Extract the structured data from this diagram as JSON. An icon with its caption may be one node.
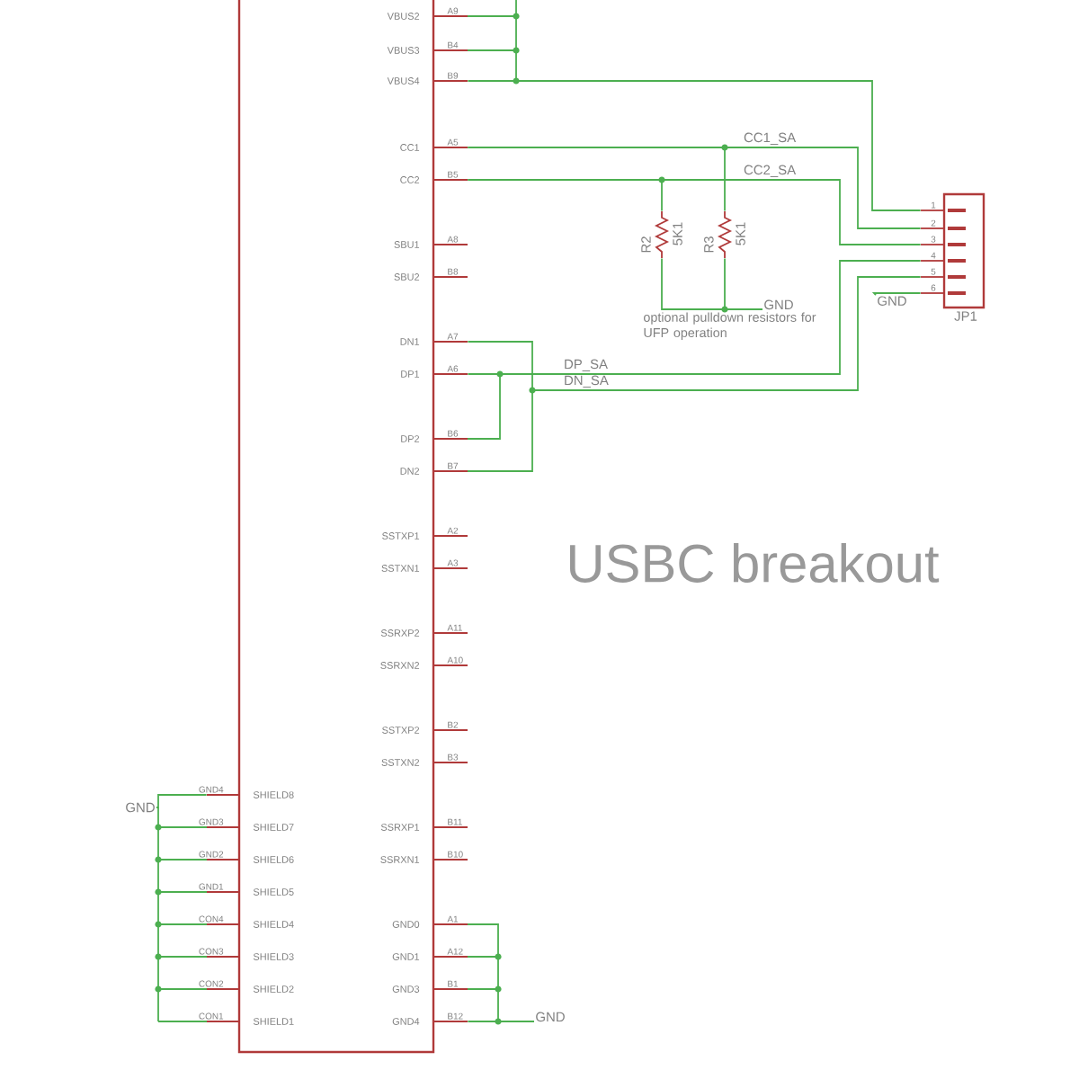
{
  "diagram": {
    "title": "USBC breakout",
    "nodes": [
      {
        "text": [],
        "shape": "box"
      },
      {
        "text": [
          "JP1"
        ]
      },
      {
        "text": [
          "R2",
          "5K1"
        ]
      },
      {
        "text": [
          "R3",
          "5K1"
        ]
      },
      {
        "text": [
          "GND"
        ]
      },
      {
        "text": [
          "GND"
        ]
      },
      {
        "text": [
          "GND"
        ]
      },
      {
        "text": [
          "GND"
        ]
      }
    ],
    "edges": [
      {
        "from": 0,
        "to": 1,
        "arrow": "none"
      },
      {
        "from": 0,
        "to": 1,
        "arrow": "none",
        "label": "CC1_SA"
      },
      {
        "from": 0,
        "to": 1,
        "arrow": "none",
        "label": "CC2_SA"
      },
      {
        "from": 0,
        "to": 2,
        "arrow": "none"
      },
      {
        "from": 0,
        "to": 3,
        "arrow": "none"
      },
      {
        "from": 2,
        "to": 4,
        "arrow": "none"
      },
      {
        "from": 3,
        "to": 4,
        "arrow": "none"
      },
      {
        "from": 0,
        "to": 1,
        "arrow": "none",
        "label": "DP_SA"
      },
      {
        "from": 0,
        "to": 1,
        "arrow": "none",
        "label": "DN_SA"
      },
      {
        "from": 1,
        "to": 5,
        "arrow": "none"
      },
      {
        "from": 0,
        "to": 6,
        "arrow": "none"
      },
      {
        "from": 0,
        "to": 7,
        "arrow": "none"
      }
    ],
    "labels": [
      "VBUS2",
      "A9",
      "VBUS3",
      "B4",
      "VBUS4",
      "B9",
      "CC1",
      "A5",
      "CC2",
      "B5",
      "SBU1",
      "A8",
      "SBU2",
      "B8",
      "DN1",
      "A7",
      "DP1",
      "A6",
      "DP2",
      "B6",
      "DN2",
      "B7",
      "SSTXP1",
      "A2",
      "SSTXN1",
      "A3",
      "SSRXP2",
      "A11",
      "SSRXN2",
      "A10",
      "SSTXP2",
      "B2",
      "SSTXN2",
      "B3",
      "SSRXP1",
      "B11",
      "SSRXN1",
      "B10",
      "GND0",
      "A1",
      "GND1",
      "A12",
      "GND3",
      "B1",
      "GND4",
      "B12",
      "1",
      "2",
      "3",
      "4",
      "5",
      "6",
      "optional pulldown resistors for UFP operation",
      "GND4",
      "SHIELD8",
      "GND3",
      "SHIELD7",
      "GND2",
      "SHIELD6",
      "GND1",
      "SHIELD5",
      "CON4",
      "SHIELD4",
      "CON3",
      "SHIELD3",
      "CON2",
      "SHIELD2",
      "CON1",
      "SHIELD1"
    ]
  }
}
